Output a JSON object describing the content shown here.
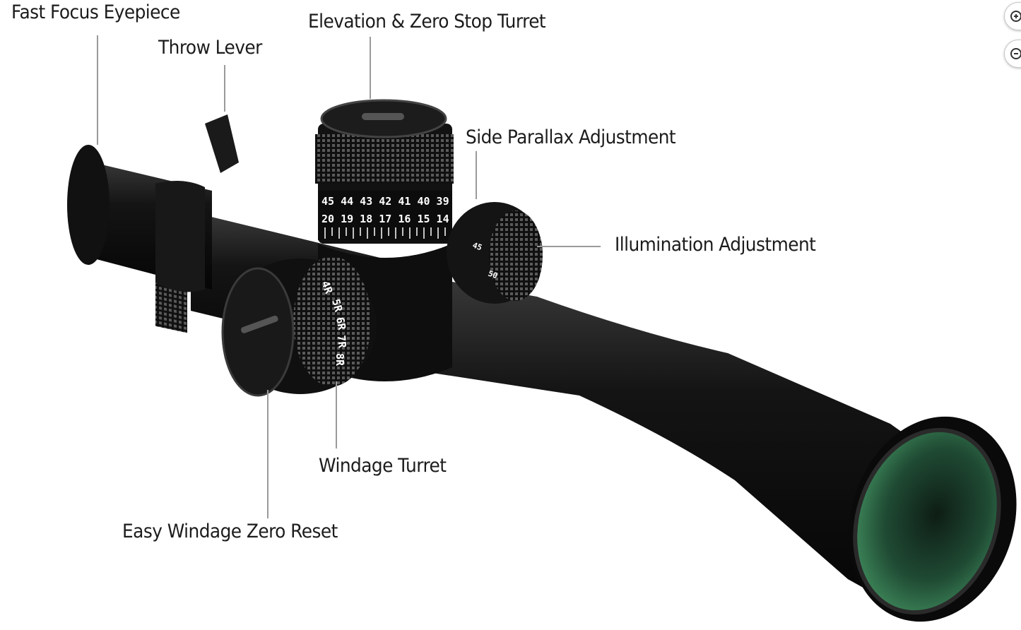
{
  "callouts": {
    "fast_focus_eyepiece": "Fast Focus Eyepiece",
    "throw_lever": "Throw Lever",
    "elevation_turret": "Elevation & Zero Stop  Turret",
    "side_parallax": "Side Parallax Adjustment",
    "illumination": "Illumination Adjustment",
    "windage_turret": "Windage Turret",
    "windage_zero_reset": "Easy Windage Zero Reset"
  },
  "zoom_controls": {
    "zoom_in_icon": "zoom-in-icon",
    "zoom_out_icon": "zoom-out-icon"
  },
  "colors": {
    "body": "#141414",
    "leader_line": "#9a9a9a",
    "lens": "#2f6b48"
  }
}
